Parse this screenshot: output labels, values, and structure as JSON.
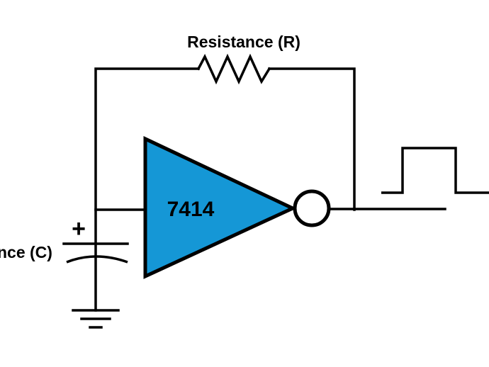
{
  "labels": {
    "resistor": "Resistance (R)",
    "capacitor": "nce (C)",
    "ic": "7414",
    "polarity": "+"
  },
  "colors": {
    "ic_fill": "#1597d6",
    "wire": "#000000",
    "background": "#ffffff"
  },
  "components": {
    "resistor_symbol": "zigzag-resistor-icon",
    "inverter_symbol": "schmitt-inverter-icon",
    "capacitor_symbol": "polarized-capacitor-icon",
    "ground_symbol": "ground-icon",
    "output_waveform": "square-wave-icon"
  }
}
